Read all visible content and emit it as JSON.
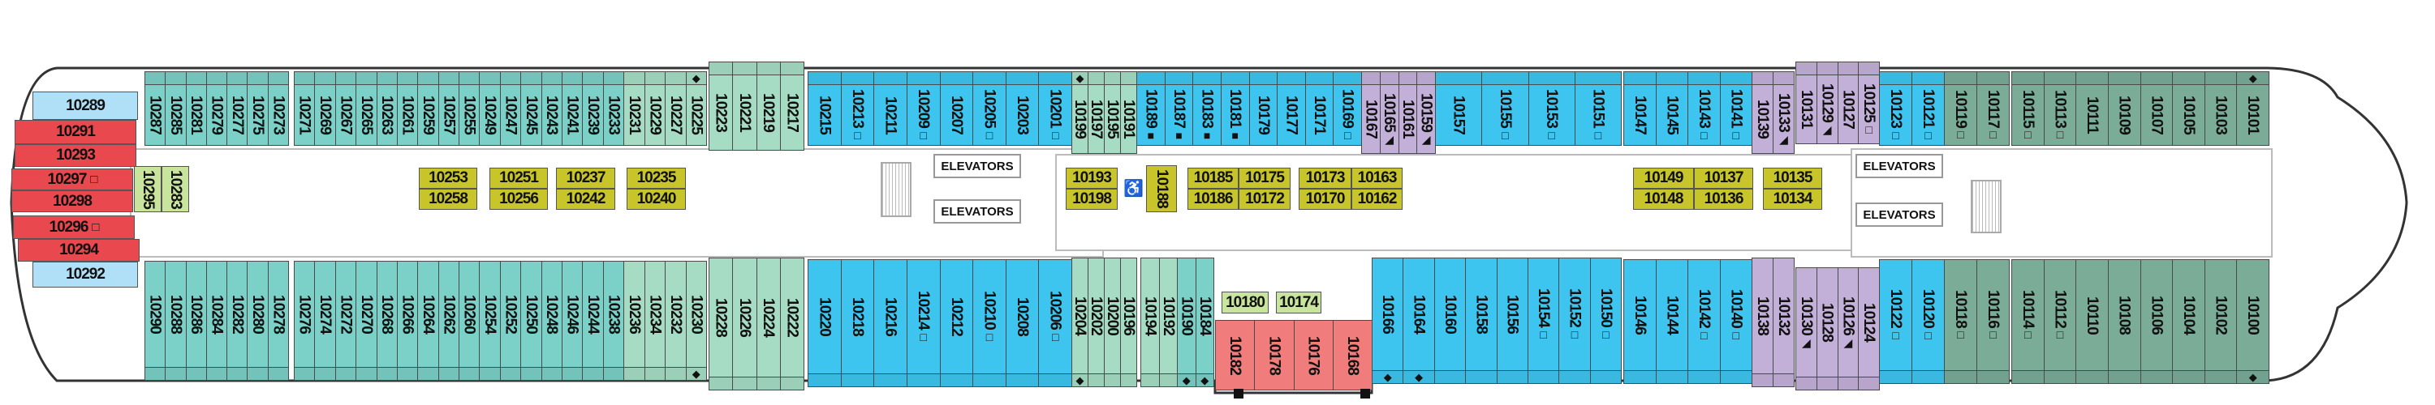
{
  "colors": {
    "teal": "#7bd0c7",
    "mint": "#a6dcc4",
    "blue": "#3ec5ef",
    "purple": "#c3b0d8",
    "green": "#7aac98",
    "red": "#e9484e",
    "salmon": "#f07c7c",
    "lightblue": "#b0e0f7",
    "olive": "#c7c52a",
    "lightgreen": "#c9e49c"
  },
  "marks": {
    "square": "□",
    "filled-square": "■",
    "triangle": "◢",
    "diamond": "◆"
  },
  "labels": {
    "elevators_1": "ELEVATORS",
    "elevators_2": "ELEVATORS",
    "elevators_3": "ELEVATORS",
    "elevators_4": "ELEVATORS"
  },
  "sections": [
    {
      "id": "T1",
      "color": "teal",
      "cabins": [
        {
          "n": "10287"
        },
        {
          "n": "10285"
        },
        {
          "n": "10281"
        },
        {
          "n": "10279"
        },
        {
          "n": "10277"
        },
        {
          "n": "10275"
        },
        {
          "n": "10273"
        }
      ]
    },
    {
      "id": "T2a",
      "color": "teal",
      "cabins": [
        {
          "n": "10271"
        },
        {
          "n": "10269"
        },
        {
          "n": "10267"
        },
        {
          "n": "10265"
        },
        {
          "n": "10263"
        },
        {
          "n": "10261"
        },
        {
          "n": "10259"
        },
        {
          "n": "10257"
        },
        {
          "n": "10255"
        },
        {
          "n": "10249"
        },
        {
          "n": "10247"
        },
        {
          "n": "10245"
        },
        {
          "n": "10243"
        },
        {
          "n": "10241"
        },
        {
          "n": "10239"
        },
        {
          "n": "10233"
        }
      ]
    },
    {
      "id": "T2b",
      "color": "mint",
      "cabins": [
        {
          "n": "10231"
        },
        {
          "n": "10229"
        },
        {
          "n": "10227"
        },
        {
          "n": "10225",
          "strip": "diamond"
        }
      ]
    },
    {
      "id": "T3",
      "color": "mint",
      "cabins": [
        {
          "n": "10223"
        },
        {
          "n": "10221"
        },
        {
          "n": "10219"
        },
        {
          "n": "10217"
        }
      ]
    },
    {
      "id": "T4",
      "color": "blue",
      "cabins": [
        {
          "n": "10215"
        },
        {
          "n": "10213",
          "mark": "square"
        },
        {
          "n": "10211"
        },
        {
          "n": "10209",
          "mark": "square"
        },
        {
          "n": "10207"
        },
        {
          "n": "10205",
          "mark": "square"
        },
        {
          "n": "10203"
        },
        {
          "n": "10201",
          "mark": "square"
        }
      ]
    },
    {
      "id": "T5",
      "color": "mint",
      "cabins": [
        {
          "n": "10199",
          "strip": "diamond"
        },
        {
          "n": "10197"
        },
        {
          "n": "10195"
        },
        {
          "n": "10191"
        }
      ]
    },
    {
      "id": "T6",
      "color": "blue",
      "cabins": [
        {
          "n": "10189",
          "mark": "filled-square"
        },
        {
          "n": "10187",
          "mark": "filled-square"
        },
        {
          "n": "10183",
          "mark": "filled-square"
        },
        {
          "n": "10181",
          "mark": "filled-square"
        },
        {
          "n": "10179"
        },
        {
          "n": "10177"
        },
        {
          "n": "10171"
        },
        {
          "n": "10169",
          "mark": "square"
        }
      ]
    },
    {
      "id": "T7",
      "color": "purple",
      "cabins": [
        {
          "n": "10167"
        },
        {
          "n": "10165",
          "mark": "triangle"
        },
        {
          "n": "10161"
        },
        {
          "n": "10159",
          "mark": "triangle"
        }
      ]
    },
    {
      "id": "T8",
      "color": "blue",
      "cabins": [
        {
          "n": "10157"
        },
        {
          "n": "10155",
          "mark": "square"
        },
        {
          "n": "10153",
          "mark": "square"
        },
        {
          "n": "10151",
          "mark": "square"
        }
      ]
    },
    {
      "id": "T9",
      "color": "blue",
      "cabins": [
        {
          "n": "10147"
        },
        {
          "n": "10145"
        },
        {
          "n": "10143",
          "mark": "square"
        },
        {
          "n": "10141",
          "mark": "square"
        }
      ]
    },
    {
      "id": "T10",
      "color": "purple",
      "cabins": [
        {
          "n": "10139"
        },
        {
          "n": "10133",
          "mark": "triangle"
        }
      ]
    },
    {
      "id": "T11",
      "color": "purple",
      "cabins": [
        {
          "n": "10131"
        },
        {
          "n": "10129",
          "mark": "triangle"
        },
        {
          "n": "10127"
        },
        {
          "n": "10125",
          "mark": "square"
        }
      ]
    },
    {
      "id": "T12",
      "color": "blue",
      "cabins": [
        {
          "n": "10123",
          "mark": "square"
        },
        {
          "n": "10121",
          "mark": "square"
        }
      ]
    },
    {
      "id": "T13",
      "color": "green",
      "cabins": [
        {
          "n": "10119",
          "mark": "square"
        },
        {
          "n": "10117",
          "mark": "square"
        }
      ]
    },
    {
      "id": "T14",
      "color": "green",
      "cabins": [
        {
          "n": "10115",
          "mark": "square"
        },
        {
          "n": "10113",
          "mark": "square"
        },
        {
          "n": "10111"
        },
        {
          "n": "10109"
        },
        {
          "n": "10107"
        },
        {
          "n": "10105"
        },
        {
          "n": "10103"
        },
        {
          "n": "10101",
          "strip": "diamond"
        }
      ]
    },
    {
      "id": "B1",
      "color": "teal",
      "cabins": [
        {
          "n": "10290"
        },
        {
          "n": "10288"
        },
        {
          "n": "10286"
        },
        {
          "n": "10284"
        },
        {
          "n": "10282"
        },
        {
          "n": "10280"
        },
        {
          "n": "10278"
        }
      ]
    },
    {
      "id": "B2a",
      "color": "teal",
      "cabins": [
        {
          "n": "10276"
        },
        {
          "n": "10274"
        },
        {
          "n": "10272"
        },
        {
          "n": "10270"
        },
        {
          "n": "10268"
        },
        {
          "n": "10266"
        },
        {
          "n": "10264"
        },
        {
          "n": "10262"
        },
        {
          "n": "10260"
        },
        {
          "n": "10254"
        },
        {
          "n": "10252"
        },
        {
          "n": "10250"
        },
        {
          "n": "10248"
        },
        {
          "n": "10246"
        },
        {
          "n": "10244"
        },
        {
          "n": "10238"
        }
      ]
    },
    {
      "id": "B2b",
      "color": "mint",
      "cabins": [
        {
          "n": "10236"
        },
        {
          "n": "10234"
        },
        {
          "n": "10232"
        },
        {
          "n": "10230",
          "strip": "diamond"
        }
      ]
    },
    {
      "id": "B3",
      "color": "mint",
      "cabins": [
        {
          "n": "10228"
        },
        {
          "n": "10226"
        },
        {
          "n": "10224"
        },
        {
          "n": "10222"
        }
      ]
    },
    {
      "id": "B4",
      "color": "blue",
      "cabins": [
        {
          "n": "10220"
        },
        {
          "n": "10218"
        },
        {
          "n": "10216"
        },
        {
          "n": "10214",
          "mark": "square"
        },
        {
          "n": "10212"
        },
        {
          "n": "10210",
          "mark": "square"
        },
        {
          "n": "10208"
        },
        {
          "n": "10206",
          "mark": "square"
        }
      ]
    },
    {
      "id": "B5",
      "color": "mint",
      "cabins": [
        {
          "n": "10204",
          "strip": "diamond"
        },
        {
          "n": "10202"
        },
        {
          "n": "10200"
        },
        {
          "n": "10196"
        }
      ]
    },
    {
      "id": "B6a",
      "color": "mint",
      "cabins": [
        {
          "n": "10194"
        },
        {
          "n": "10192"
        }
      ]
    },
    {
      "id": "B6b",
      "color": "teal",
      "cabins": [
        {
          "n": "10190",
          "strip": "diamond"
        },
        {
          "n": "10184",
          "strip": "diamond"
        }
      ]
    },
    {
      "id": "B6c",
      "color": "salmon",
      "cabins": [
        {
          "n": "10182"
        },
        {
          "n": "10178"
        },
        {
          "n": "10176"
        },
        {
          "n": "10168"
        }
      ]
    },
    {
      "id": "B7",
      "color": "blue",
      "cabins": [
        {
          "n": "10166",
          "strip": "diamond"
        },
        {
          "n": "10164",
          "strip": "diamond"
        },
        {
          "n": "10160"
        },
        {
          "n": "10158"
        },
        {
          "n": "10156"
        },
        {
          "n": "10154",
          "mark": "square"
        },
        {
          "n": "10152",
          "mark": "square"
        },
        {
          "n": "10150",
          "mark": "square"
        }
      ]
    },
    {
      "id": "B8",
      "color": "blue",
      "cabins": [
        {
          "n": "10146"
        },
        {
          "n": "10144"
        },
        {
          "n": "10142",
          "mark": "square"
        },
        {
          "n": "10140",
          "mark": "square"
        }
      ]
    },
    {
      "id": "B9",
      "color": "purple",
      "cabins": [
        {
          "n": "10138"
        },
        {
          "n": "10132"
        }
      ]
    },
    {
      "id": "B10",
      "color": "purple",
      "cabins": [
        {
          "n": "10130",
          "mark": "triangle"
        },
        {
          "n": "10128"
        },
        {
          "n": "10126",
          "mark": "triangle"
        },
        {
          "n": "10124"
        }
      ]
    },
    {
      "id": "B11",
      "color": "blue",
      "cabins": [
        {
          "n": "10122",
          "mark": "square"
        },
        {
          "n": "10120",
          "mark": "square"
        }
      ]
    },
    {
      "id": "B12",
      "color": "green",
      "cabins": [
        {
          "n": "10118",
          "mark": "square"
        },
        {
          "n": "10116",
          "mark": "square"
        }
      ]
    },
    {
      "id": "B13",
      "color": "green",
      "cabins": [
        {
          "n": "10114",
          "mark": "square"
        },
        {
          "n": "10112",
          "mark": "square"
        },
        {
          "n": "10110"
        },
        {
          "n": "10108"
        },
        {
          "n": "10106"
        },
        {
          "n": "10104"
        },
        {
          "n": "10102"
        },
        {
          "n": "10100",
          "strip": "diamond"
        }
      ]
    }
  ],
  "inner_cabins": [
    {
      "n": "10289",
      "color": "lightblue"
    },
    {
      "n": "10291",
      "color": "red"
    },
    {
      "n": "10293",
      "color": "red"
    },
    {
      "n": "10297",
      "color": "red",
      "mark": "square"
    },
    {
      "n": "10298",
      "color": "red"
    },
    {
      "n": "10296",
      "color": "red",
      "mark": "square"
    },
    {
      "n": "10294",
      "color": "red"
    },
    {
      "n": "10292",
      "color": "lightblue"
    },
    {
      "n": "10295",
      "color": "lightgreen",
      "vertical": true
    },
    {
      "n": "10283",
      "color": "lightgreen",
      "vertical": true
    },
    {
      "n": "10253",
      "color": "olive"
    },
    {
      "n": "10258",
      "color": "olive"
    },
    {
      "n": "10251",
      "color": "olive"
    },
    {
      "n": "10256",
      "color": "olive"
    },
    {
      "n": "10237",
      "color": "olive"
    },
    {
      "n": "10242",
      "color": "olive"
    },
    {
      "n": "10235",
      "color": "olive"
    },
    {
      "n": "10240",
      "color": "olive"
    },
    {
      "n": "10193",
      "color": "olive"
    },
    {
      "n": "10198",
      "color": "olive"
    },
    {
      "n": "10188",
      "color": "olive",
      "vertical": true
    },
    {
      "n": "10185",
      "color": "olive"
    },
    {
      "n": "10186",
      "color": "olive"
    },
    {
      "n": "10175",
      "color": "olive"
    },
    {
      "n": "10172",
      "color": "olive"
    },
    {
      "n": "10173",
      "color": "olive"
    },
    {
      "n": "10170",
      "color": "olive"
    },
    {
      "n": "10163",
      "color": "olive"
    },
    {
      "n": "10162",
      "color": "olive"
    },
    {
      "n": "10149",
      "color": "olive"
    },
    {
      "n": "10148",
      "color": "olive"
    },
    {
      "n": "10137",
      "color": "olive"
    },
    {
      "n": "10136",
      "color": "olive"
    },
    {
      "n": "10135",
      "color": "olive"
    },
    {
      "n": "10134",
      "color": "olive"
    },
    {
      "n": "10180",
      "color": "lightgreen"
    },
    {
      "n": "10174",
      "color": "lightgreen"
    }
  ]
}
